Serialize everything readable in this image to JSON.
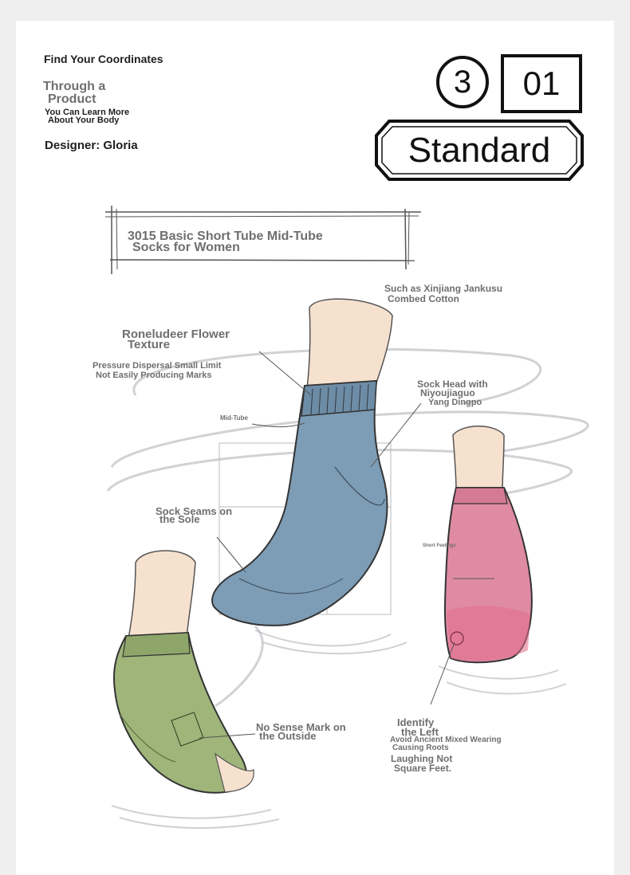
{
  "header": {
    "find_coordinates": "Find Your Coordinates",
    "through_line1": "Through a",
    "through_line2": "Product",
    "learn_line1": "You Can Learn More",
    "learn_line2": "About Your Body",
    "designer": "Designer: Gloria"
  },
  "badge": {
    "number": "3",
    "code": "01",
    "label": "Standard"
  },
  "product": {
    "title_line1": "3015 Basic Short Tube Mid-Tube",
    "title_line2": "Socks for Women"
  },
  "annotations": {
    "material_line1": "Such as Xinjiang Jankusu",
    "material_line2": "Combed Cotton",
    "texture_line1": "Roneludeer Flower",
    "texture_line2": "Texture",
    "pressure_line1": "Pressure Dispersal Small Limit",
    "pressure_line2": "Not Easily Producing Marks",
    "mid_tube": "Mid-Tube",
    "sock_head_line1": "Sock Head with",
    "sock_head_line2": "Niyoujiaguo",
    "sock_head_line3": "Yang Dingpo",
    "seams_line1": "Sock Seams on",
    "seams_line2": "the Sole",
    "short_feelings": "Short Feelings",
    "no_mark_line1": "No Sense Mark on",
    "no_mark_line2": "the Outside",
    "identify_line1": "Identify",
    "identify_line2": "the Left",
    "avoid_line1": "Avoid Ancient Mixed Wearing",
    "avoid_line2": "Causing Roots",
    "laughing_line1": "Laughing Not",
    "laughing_line2": "Square Feet."
  },
  "colors": {
    "blue_sock": "#7d9cb5",
    "pink_sock": "#df8ba3",
    "green_sock": "#9fb57a",
    "skin": "#f6e1cf"
  }
}
